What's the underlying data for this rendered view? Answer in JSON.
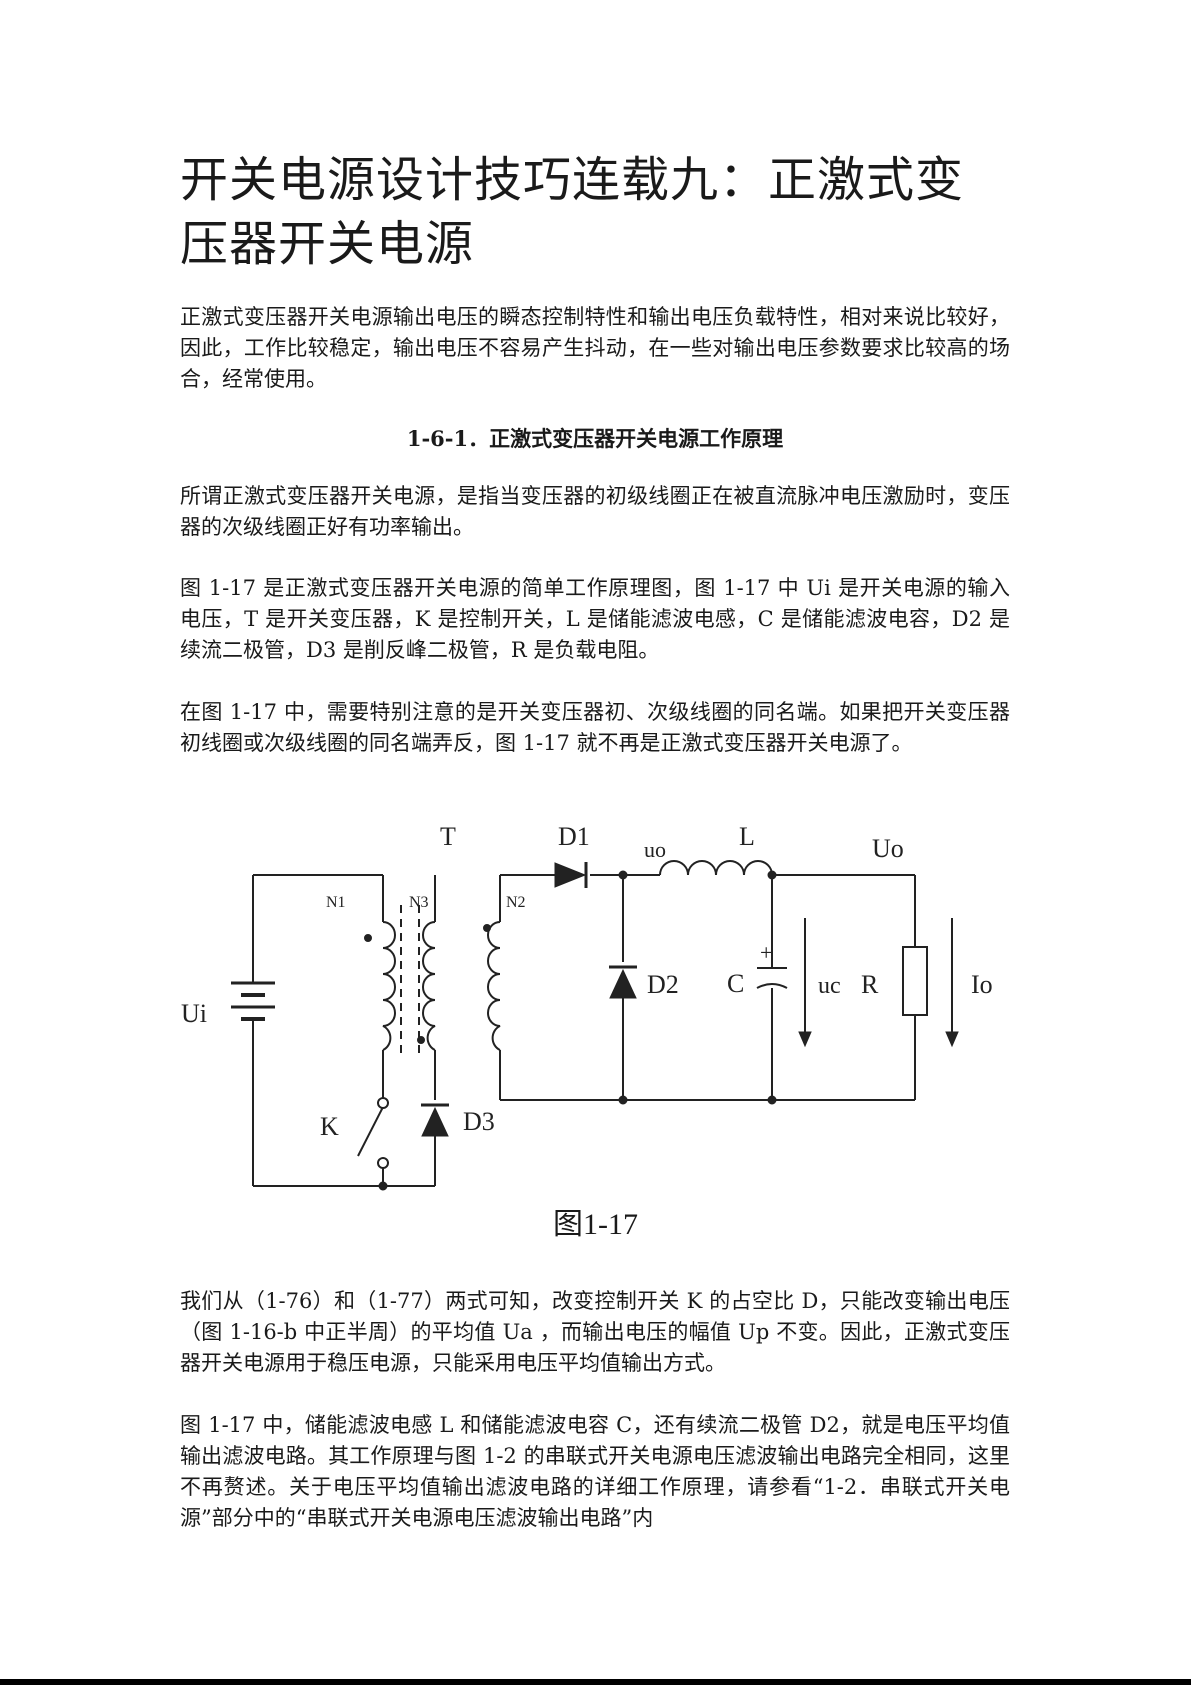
{
  "doc": {
    "title": "开关电源设计技巧连载九：正激式变压器开关电源",
    "intro": "正激式变压器开关电源输出电压的瞬态控制特性和输出电压负载特性，相对来说比较好，因此，工作比较稳定，输出电压不容易产生抖动，在一些对输出电压参数要求比较高的场合，经常使用。",
    "section_heading": "1-6-1．正激式变压器开关电源工作原理",
    "p1": "所谓正激式变压器开关电源，是指当变压器的初级线圈正在被直流脉冲电压激励时，变压器的次级线圈正好有功率输出。",
    "p2": "图 1-17 是正激式变压器开关电源的简单工作原理图，图 1-17 中 Ui 是开关电源的输入电压，T 是开关变压器，K 是控制开关，L 是储能滤波电感，C 是储能滤波电容，D2 是续流二极管，D3 是削反峰二极管，R 是负载电阻。",
    "p3": "在图 1-17 中，需要特别注意的是开关变压器初、次级线圈的同名端。如果把开关变压器初线圈或次级线圈的同名端弄反，图 1-17 就不再是正激式变压器开关电源了。",
    "p4": "我们从（1-76）和（1-77）两式可知，改变控制开关 K 的占空比 D，只能改变输出电压（图 1-16-b 中正半周）的平均值 Ua ，而输出电压的幅值 Up 不变。因此，正激式变压器开关电源用于稳压电源，只能采用电压平均值输出方式。",
    "p5": "图 1-17 中，储能滤波电感 L 和储能滤波电容 C，还有续流二极管 D2，就是电压平均值输出滤波电路。其工作原理与图 1-2 的串联式开关电源电压滤波输出电路完全相同，这里不再赘述。关于电压平均值输出滤波电路的详细工作原理，请参看“1-2．串联式开关电源”部分中的“串联式开关电源电压滤波输出电路”内"
  },
  "figure": {
    "caption": "图1-17",
    "labels": {
      "T": "T",
      "D1": "D1",
      "uo": "uo",
      "L": "L",
      "Uo": "Uo",
      "N1": "N1",
      "N3": "N3",
      "N2": "N2",
      "Ui": "Ui",
      "D2": "D2",
      "C": "C",
      "uc": "uc",
      "R": "R",
      "Io": "Io",
      "K": "K",
      "D3": "D3",
      "plus": "+"
    }
  }
}
